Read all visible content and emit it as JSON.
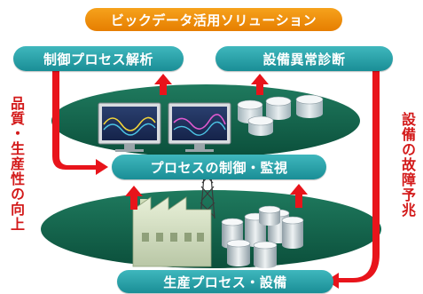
{
  "header": {
    "title": "ビックデータ活用ソリューション"
  },
  "modules": {
    "control_analysis": "制御プロセス解析",
    "anomaly_diagnosis": "設備異常診断"
  },
  "layers": {
    "monitoring": "プロセスの制御・監視",
    "production": "生産プロセス・設備"
  },
  "side_labels": {
    "left": "品質・生産性の向上",
    "right": "設備の故障予兆"
  },
  "colors": {
    "orange": "#f08a00",
    "teal": "#2aa3aa",
    "dark_green": "#0d5b45",
    "arrow_red": "#e8141b"
  }
}
